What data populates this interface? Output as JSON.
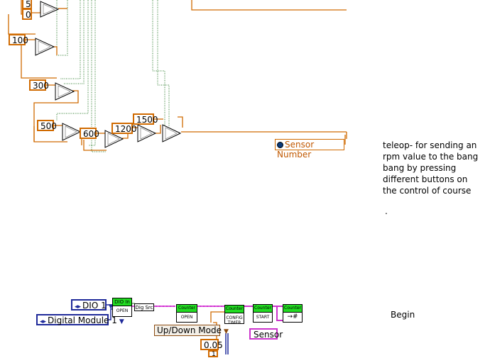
{
  "diagram": {
    "constants": {
      "c5": "5",
      "c0": "0",
      "c100": "100",
      "c300": "300",
      "c500": "500",
      "c600": "600",
      "c1200": "1200",
      "c1500": "1500",
      "c005": "0.05",
      "c1": "1"
    },
    "indicator": {
      "label": "Sensor Number"
    },
    "controls": {
      "dio": "DIO 1",
      "module": "Digital Module 1",
      "mode": "Up/Down Mode",
      "sensor": "Sensor"
    },
    "nodes": {
      "dio_in_top": "DIO In",
      "dio_in_label": "OPEN",
      "dig_src": "Dig Src",
      "counter_top": "Counter",
      "open_label": "OPEN",
      "config_label": "CONFIG TIMER",
      "start_label": "START",
      "get_label": "→#"
    }
  },
  "notes": {
    "teleop_lines": [
      "teleop-  for sending an",
      "rpm value to the bang",
      "bang by pressing",
      "different buttons on",
      "the control of course"
    ],
    "dot": ".",
    "begin": "Begin"
  },
  "colors": {
    "numeric_wire": "#d06a00",
    "bool_wire": "#2a7a2a",
    "refnum_wire": "#cc33cc",
    "cluster_wire": "#1f2a9a",
    "counter_green": "#22dd22"
  }
}
